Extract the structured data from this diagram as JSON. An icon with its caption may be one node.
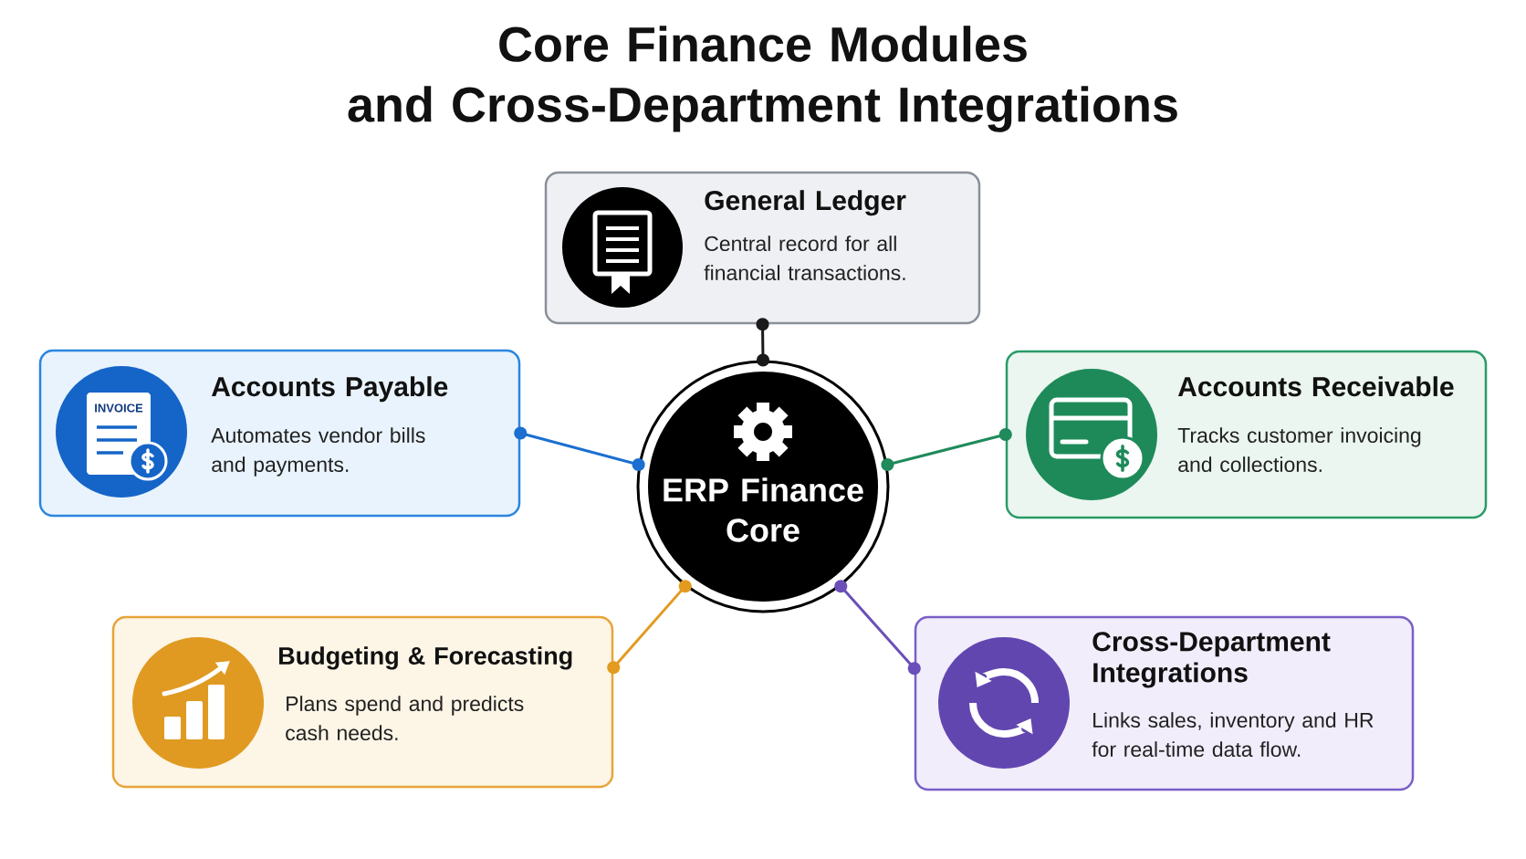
{
  "diagram": {
    "title": "Core Finance Modules and Cross-Department Integrations",
    "nodes": [
      {
        "text": [
          "General Ledger",
          "Central record for all financial transactions."
        ]
      },
      {
        "text": [
          "Accounts Payable",
          "Automates vendor bills and payments."
        ]
      },
      {
        "text": [
          "ERP Finance Core"
        ]
      },
      {
        "text": [
          "Accounts Receivable",
          "Tracks customer invoicing and collections."
        ]
      },
      {
        "text": [
          "Budgeting & Forecasting",
          "Plans spend and predicts cash needs."
        ]
      },
      {
        "text": [
          "Cross-Department Integrations",
          "Links sales, inventory and HR for real-time data flow."
        ]
      }
    ],
    "edges": [
      {
        "from": 2,
        "to": 0,
        "arrow": "other",
        "color": "#1a1a1a"
      },
      {
        "from": 2,
        "to": 1,
        "arrow": "other",
        "color": "#1a6fd1"
      },
      {
        "from": 2,
        "to": 3,
        "arrow": "other",
        "color": "#1f8a5b"
      },
      {
        "from": 2,
        "to": 4,
        "arrow": "other",
        "color": "#e29a1f"
      },
      {
        "from": 2,
        "to": 5,
        "arrow": "other",
        "color": "#6a4fb8"
      }
    ],
    "labels": [
      "INVOICE"
    ]
  }
}
